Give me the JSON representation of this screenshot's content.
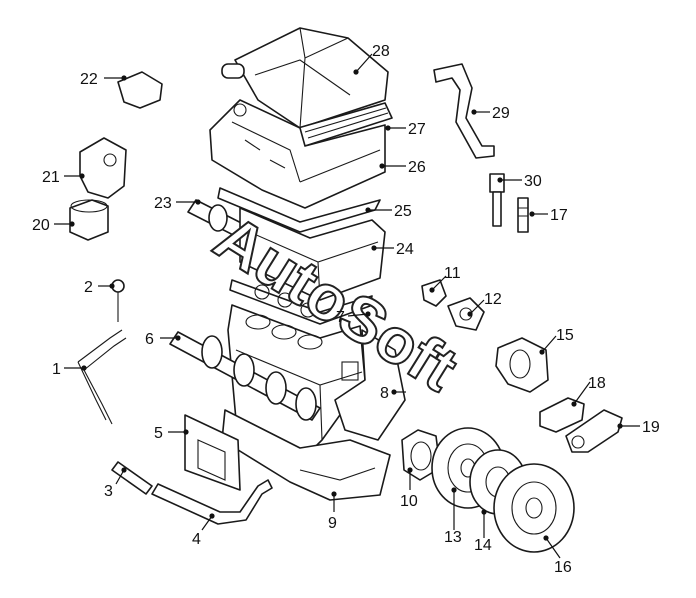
{
  "callouts": [
    "1",
    "2",
    "3",
    "4",
    "5",
    "6",
    "7",
    "8",
    "9",
    "10",
    "11",
    "12",
    "13",
    "14",
    "15",
    "16",
    "17",
    "18",
    "19",
    "20",
    "21",
    "22",
    "23",
    "24",
    "25",
    "26",
    "27",
    "28",
    "29",
    "30"
  ],
  "watermark": "AutoSoft"
}
